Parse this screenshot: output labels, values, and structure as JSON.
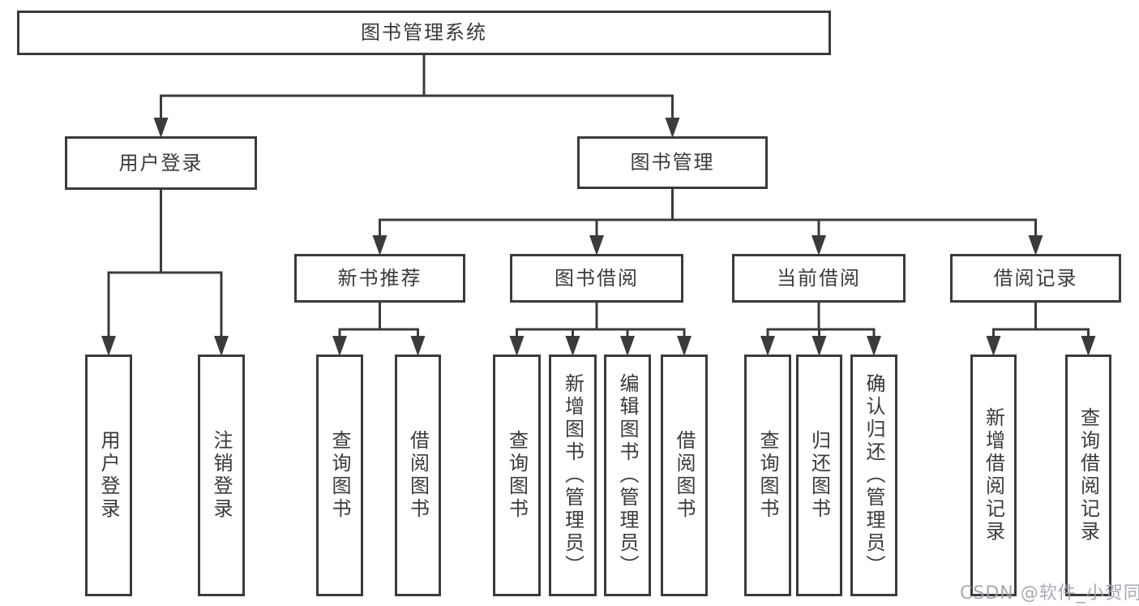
{
  "diagram": {
    "type": "hierarchy-tree",
    "title": "图书管理系统",
    "watermark": "CSDN @软件_小贺同学",
    "colors": {
      "line": "#3b3b3b",
      "text": "#3a3a3a",
      "box_background": "#ffffff",
      "page_background": "#ffffff",
      "watermark": "#9ea3aa"
    },
    "tree": {
      "id": "root",
      "label": "图书管理系统",
      "children": [
        {
          "id": "user-login",
          "label": "用户登录",
          "children": [
            {
              "id": "user-login-leaf",
              "label": "用户登录",
              "vertical": true
            },
            {
              "id": "logout",
              "label": "注销登录",
              "vertical": true
            }
          ]
        },
        {
          "id": "book-mgmt",
          "label": "图书管理",
          "children": [
            {
              "id": "new-book-rec",
              "label": "新书推荐",
              "children": [
                {
                  "id": "nbr-query",
                  "label": "查询图书",
                  "vertical": true
                },
                {
                  "id": "nbr-borrow",
                  "label": "借阅图书",
                  "vertical": true
                }
              ]
            },
            {
              "id": "book-borrow",
              "label": "图书借阅",
              "children": [
                {
                  "id": "bb-query",
                  "label": "查询图书",
                  "vertical": true
                },
                {
                  "id": "bb-add",
                  "label": "新增图书（管理员）",
                  "vertical": true
                },
                {
                  "id": "bb-edit",
                  "label": "编辑图书（管理员）",
                  "vertical": true
                },
                {
                  "id": "bb-borrow",
                  "label": "借阅图书",
                  "vertical": true
                }
              ]
            },
            {
              "id": "current-borrow",
              "label": "当前借阅",
              "children": [
                {
                  "id": "cb-query",
                  "label": "查询图书",
                  "vertical": true
                },
                {
                  "id": "cb-return",
                  "label": "归还图书",
                  "vertical": true
                },
                {
                  "id": "cb-confirm",
                  "label": "确认归还（管理员）",
                  "vertical": true
                }
              ]
            },
            {
              "id": "borrow-records",
              "label": "借阅记录",
              "children": [
                {
                  "id": "br-add",
                  "label": "新增借阅记录",
                  "vertical": true
                },
                {
                  "id": "br-query",
                  "label": "查询借阅记录",
                  "vertical": true
                }
              ]
            }
          ]
        }
      ]
    }
  }
}
